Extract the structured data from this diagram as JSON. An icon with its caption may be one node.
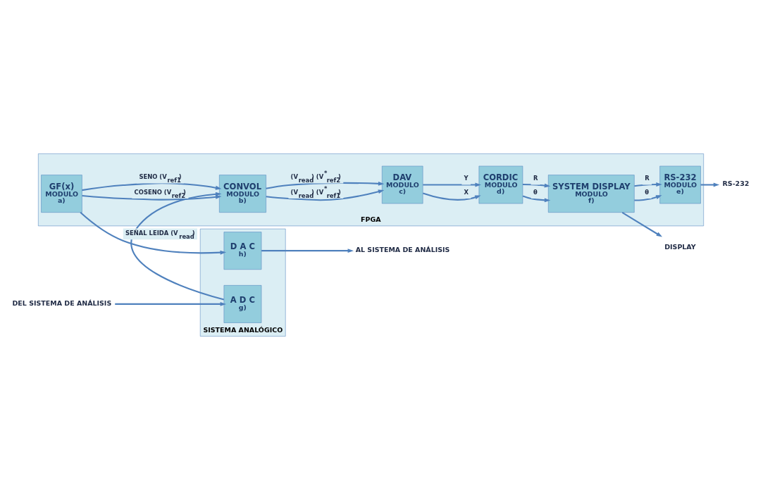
{
  "diagram": {
    "nodes": [
      {
        "text": [
          "SISTEMA ANALÓGICO"
        ]
      },
      {
        "text": [
          "A D C",
          "g)"
        ],
        "in": 0
      },
      {
        "text": [
          "D A C",
          "h)"
        ],
        "in": 0
      },
      {
        "text": [
          "FPGA"
        ]
      },
      {
        "text": [
          "CORDIC",
          "MODULO",
          "d)"
        ],
        "in": 3
      },
      {
        "text": [
          "DAV",
          "MODULO",
          "c)"
        ],
        "in": 3
      },
      {
        "text": [
          "SYSTEM DISPLAY",
          "MODULO",
          "f)"
        ],
        "in": 3
      },
      {
        "text": [
          "GF(x)",
          "MODULO",
          "a)"
        ],
        "in": 3
      },
      {
        "text": [
          "CONVOL",
          "MODULO",
          "b)"
        ],
        "in": 3
      },
      {
        "text": [
          "RS-232",
          "MODULO",
          "e)"
        ],
        "in": 3
      },
      {
        "text": [
          "DEL SISTEMA DE ANÁLISIS"
        ]
      },
      {
        "text": [
          "AL SISTEMA DE ANÁLISIS"
        ]
      },
      {
        "text": [
          "DISPLAY"
        ]
      },
      {
        "text": [
          "RS-232"
        ]
      }
    ],
    "edges": [
      {
        "from": 10,
        "to": 1,
        "arrow": "to"
      },
      {
        "from": 2,
        "to": 11,
        "arrow": "to"
      },
      {
        "from": 4,
        "to": 6,
        "arrow": "to",
        "label": "θ"
      },
      {
        "from": 4,
        "to": 6,
        "arrow": "to",
        "label": "R"
      },
      {
        "from": 5,
        "to": 4,
        "arrow": "to",
        "label": "X"
      },
      {
        "from": 5,
        "to": 4,
        "arrow": "to",
        "label": "Y"
      },
      {
        "from": 6,
        "to": 12,
        "arrow": "to"
      },
      {
        "from": 1,
        "to": 8,
        "arrow": "to",
        "label": "SEÑAL LEIDA (V$_{read}$)"
      },
      {
        "from": 8,
        "to": 5,
        "arrow": "to",
        "label": "(V$_{read}$) (V$^{*}$$_{ref1}$)"
      },
      {
        "from": 8,
        "to": 5,
        "arrow": "to",
        "label": "(V$_{read}$) (V$^{*}$$_{ref2}$)"
      },
      {
        "from": 6,
        "to": 9,
        "arrow": "to",
        "label": "θ"
      },
      {
        "from": 6,
        "to": 9,
        "arrow": "to",
        "label": "R"
      },
      {
        "from": 7,
        "to": 2,
        "arrow": "to"
      },
      {
        "from": 7,
        "to": 8,
        "arrow": "to",
        "label": "COSENO (V$_{ref2}$)"
      },
      {
        "from": 7,
        "to": 8,
        "arrow": "to",
        "label": "SENO (V$_{ref1}$)"
      },
      {
        "from": 9,
        "to": 13,
        "arrow": "to"
      }
    ]
  }
}
